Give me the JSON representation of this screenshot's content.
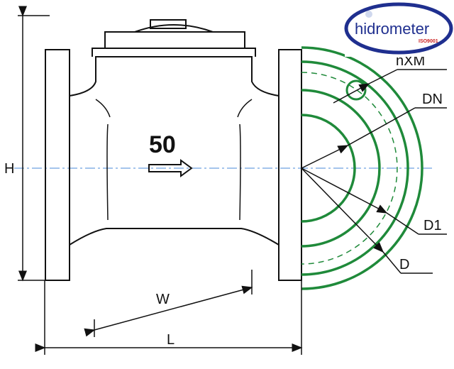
{
  "logo": {
    "brand": "hidrometer",
    "cert": "ISO9001"
  },
  "labels": {
    "nominal_size": "50",
    "height": "H",
    "length": "L",
    "width": "W",
    "bolt_holes": "nXM",
    "dn": "DN",
    "d1": "D1",
    "d": "D"
  },
  "colors": {
    "line": "#111111",
    "flange_circles": "#1f8a3a",
    "logo_blue": "#1f2f8f"
  }
}
